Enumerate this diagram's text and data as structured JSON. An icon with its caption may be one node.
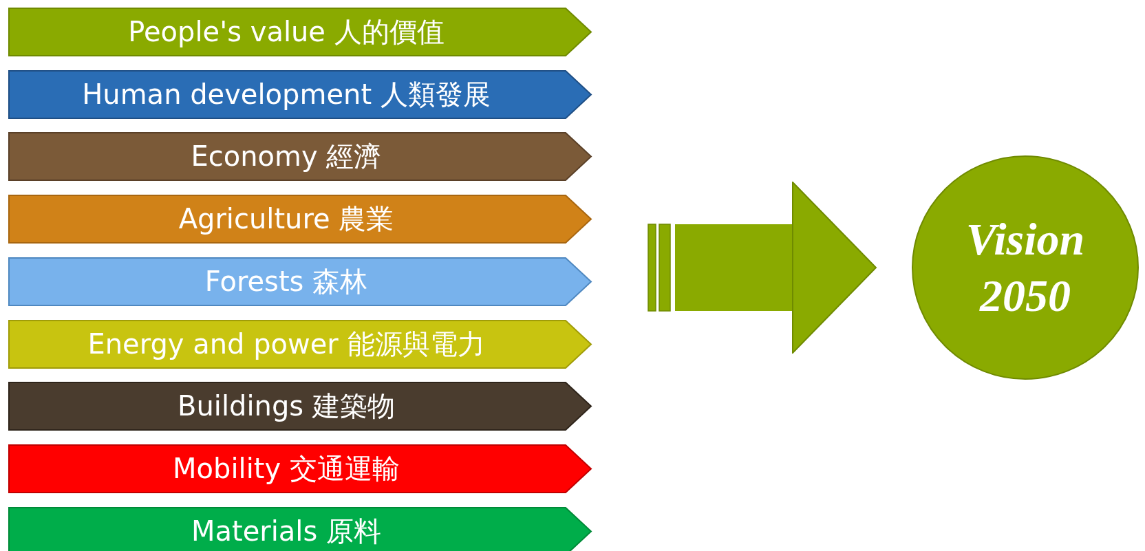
{
  "diagram": {
    "nodes": [
      {
        "text": [
          "People's value 人的價值"
        ]
      },
      {
        "text": [
          "Human development 人類發展"
        ]
      },
      {
        "text": [
          "Economy 經濟"
        ]
      },
      {
        "text": [
          "Agriculture 農業"
        ]
      },
      {
        "text": [
          "Forests 森林"
        ]
      },
      {
        "text": [
          "Energy and power 能源與電力"
        ]
      },
      {
        "text": [
          "Buildings 建築物"
        ]
      },
      {
        "text": [
          "Mobility 交通運輸"
        ]
      },
      {
        "text": [
          "Materials 原料"
        ]
      },
      {
        "text": [
          "Vision 2050"
        ]
      }
    ],
    "edges": [
      {
        "from": null,
        "to": 9,
        "arrow": "to"
      }
    ]
  }
}
